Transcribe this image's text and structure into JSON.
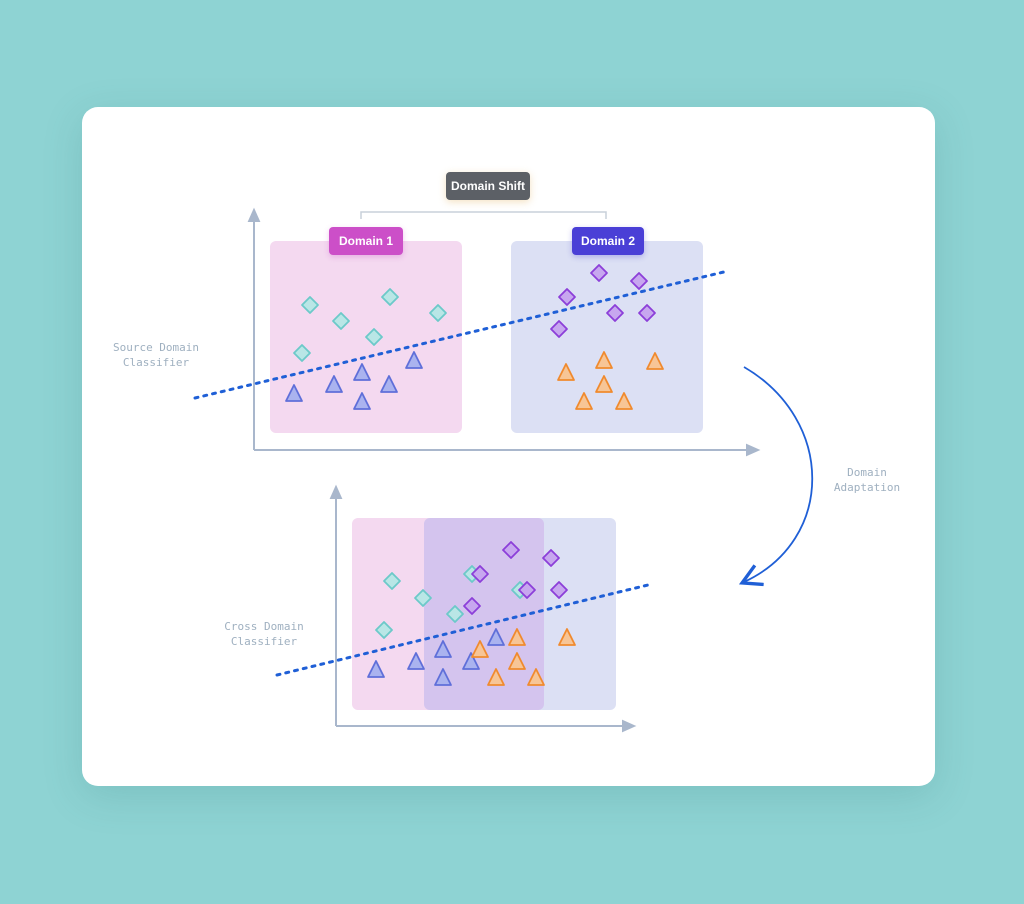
{
  "labels": {
    "domain_shift": "Domain Shift",
    "domain_1": "Domain 1",
    "domain_2": "Domain 2",
    "source_classifier": "Source Domain\nClassifier",
    "domain_adaptation": "Domain\nAdaptation",
    "cross_classifier": "Cross Domain\nClassifier"
  },
  "colors": {
    "background": "#8ed3d3",
    "domain1_region": "#f4d9f0",
    "domain2_region": "#dce0f4",
    "overlap_region": "#d4c4ee",
    "teal_diamond": "#6cc9c9",
    "purple_diamond": "#8c3fd9",
    "blue_triangle": "#5f6fd9",
    "orange_triangle": "#f08a2e",
    "classifier_line": "#1f5fd6",
    "axis": "#a9b7cc",
    "arrow": "#1f5fd6"
  },
  "icons": {
    "domain1_class_a": "diamond-icon",
    "domain1_class_b": "triangle-icon",
    "domain2_class_a": "diamond-icon",
    "domain2_class_b": "triangle-icon"
  }
}
